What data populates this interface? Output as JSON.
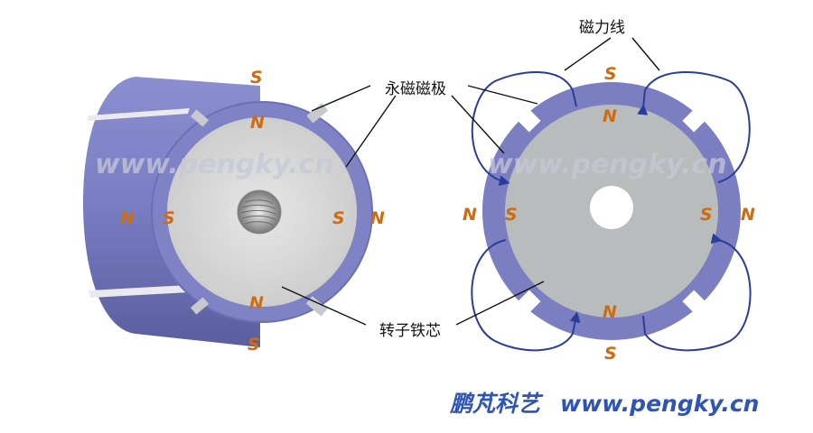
{
  "labels": {
    "permanent_magnet_poles": "永磁磁极",
    "flux_lines": "磁力线",
    "rotor_core": "转子铁芯"
  },
  "watermark": "www.pengky.cn",
  "brand": {
    "name": "鹏芃科艺",
    "url": "www.pengky.cn"
  },
  "poles_3d": {
    "top_outer": "S",
    "top_inner": "N",
    "left_outer": "N",
    "left_inner": "S",
    "right_inner": "S",
    "right_outer": "N",
    "bottom_inner": "N",
    "bottom_outer": "S"
  },
  "poles_2d": {
    "top_outer": "S",
    "top_inner": "N",
    "left_outer": "N",
    "left_inner": "S",
    "right_inner": "S",
    "right_outer": "N",
    "bottom_inner": "N",
    "bottom_outer": "S"
  },
  "colors": {
    "magnet": "#7b7fc1",
    "magnet_dark": "#5d61a5",
    "core_face": "#d8d8d8",
    "core_2d": "#b8bcbc",
    "pole_letter": "#d06b10",
    "flux_line": "#2b3d9a",
    "brand": "#2d55b8"
  }
}
